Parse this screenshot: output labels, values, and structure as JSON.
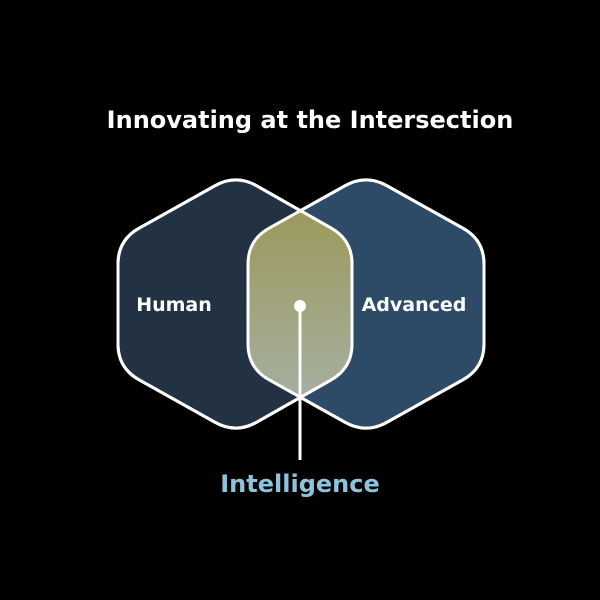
{
  "title": "Innovating at the Intersection",
  "sets": {
    "left": {
      "label": "Human",
      "fill": "#223243"
    },
    "right": {
      "label": "Advanced",
      "fill": "#2d4b66"
    }
  },
  "intersection": {
    "label": "Intelligence",
    "label_color": "#8ec3dc",
    "gradient_top": "#9a9650",
    "gradient_bottom": "#a7b2ab"
  },
  "colors": {
    "background": "#000000",
    "outline": "#ffffff",
    "text": "#ffffff"
  }
}
